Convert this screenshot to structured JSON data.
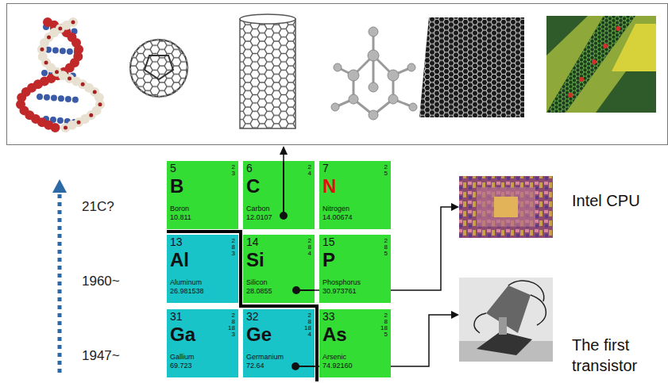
{
  "diagram": {
    "nodes": [
      {
        "text": [
          "5",
          "2 3",
          "B",
          "Boron",
          "10.811"
        ]
      },
      {
        "text": [
          "6",
          "2 4",
          "C",
          "Carbon",
          "12.0107"
        ]
      },
      {
        "text": [
          "7",
          "2 5",
          "N",
          "Nitrogen",
          "14.00674"
        ]
      },
      {
        "text": [
          "Intel CPU"
        ]
      },
      {
        "text": [
          "13",
          "2 8 3",
          "Al",
          "Aluminum",
          "26.981538"
        ]
      },
      {
        "text": [
          "14",
          "2 8 4",
          "Si",
          "Silicon",
          "28.0855"
        ]
      },
      {
        "text": [
          "15",
          "2 8 5",
          "P",
          "Phosphorus",
          "30.973761"
        ]
      },
      {
        "text": [
          "31",
          "2 8 18 3",
          "Ga",
          "Gallium",
          "69.723"
        ]
      },
      {
        "text": [
          "32",
          "2 8 18 4",
          "Ge",
          "Germanium",
          "72.64"
        ]
      },
      {
        "text": [
          "33",
          "2 8 18 5",
          "As",
          "Arsenic",
          "74.92160"
        ]
      },
      {
        "text": [
          "The first transistor"
        ]
      }
    ],
    "edges": [
      {
        "from": 5,
        "to": 3,
        "arrow": "to"
      },
      {
        "from": 8,
        "to": 10,
        "arrow": "to"
      }
    ],
    "labels": [
      "21C?",
      "1960~",
      "1947~"
    ]
  }
}
